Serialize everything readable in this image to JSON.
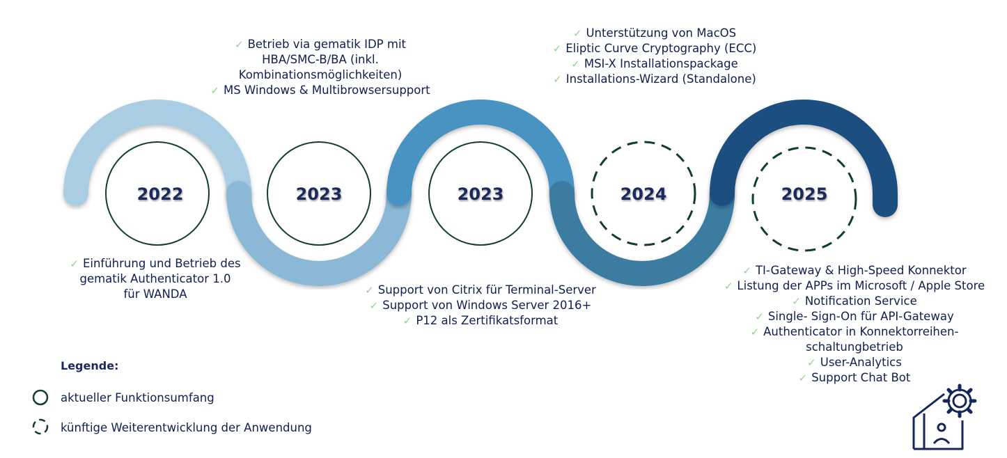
{
  "timeline": {
    "years": [
      "2022",
      "2023",
      "2023",
      "2024",
      "2025"
    ],
    "year_status": [
      "current",
      "current",
      "current",
      "future",
      "future"
    ]
  },
  "features": {
    "f2022": [
      "Einführung und Betrieb des",
      "gematik Authenticator 1.0",
      "für WANDA"
    ],
    "f2023a": [
      "Betrieb via gematik IDP mit",
      "HBA/SMC-B/BA (inkl.",
      "Kombinationsmöglichkeiten)",
      "MS Windows & Multibrowsersupport"
    ],
    "f2023b": [
      "Support von Citrix für Terminal-Server",
      "Support von Windows Server 2016+",
      "P12 als Zertifikatsformat"
    ],
    "f2024": [
      "Unterstützung von MacOS",
      "Eliptic Curve Cryptography (ECC)",
      "MSI-X Installationspackage",
      "Installations-Wizard (Standalone)"
    ],
    "f2025": [
      "TI-Gateway & High-Speed Konnektor",
      "Listung der APPs im Microsoft / Apple Store",
      "Notification Service",
      "Single- Sign-On für API-Gateway",
      "Authenticator in Konnektorreihen-",
      "schaltungbetrieb",
      "User-Analytics",
      "Support Chat Bot"
    ]
  },
  "checkmarks": {
    "f2022": [
      true,
      false,
      false
    ],
    "f2023a": [
      true,
      false,
      false,
      true
    ],
    "f2023b": [
      true,
      true,
      true
    ],
    "f2024": [
      true,
      true,
      true,
      true
    ],
    "f2025": [
      true,
      true,
      true,
      true,
      true,
      false,
      true,
      true
    ]
  },
  "legend": {
    "title": "Legende:",
    "current": "aktueller Funktionsumfang",
    "future": "künftige Weiterentwicklung der Anwendung"
  },
  "colors": {
    "arc1": "#a9cde2",
    "arc2": "#8ab8d6",
    "arc3": "#4a93c2",
    "arc4": "#3b7ba0",
    "arc5": "#1f4f80",
    "circle": "#0f3d33",
    "check": "#8fd48c",
    "text": "#1b2a5e"
  },
  "icons": {
    "corner": "house-gear-person-icon"
  }
}
